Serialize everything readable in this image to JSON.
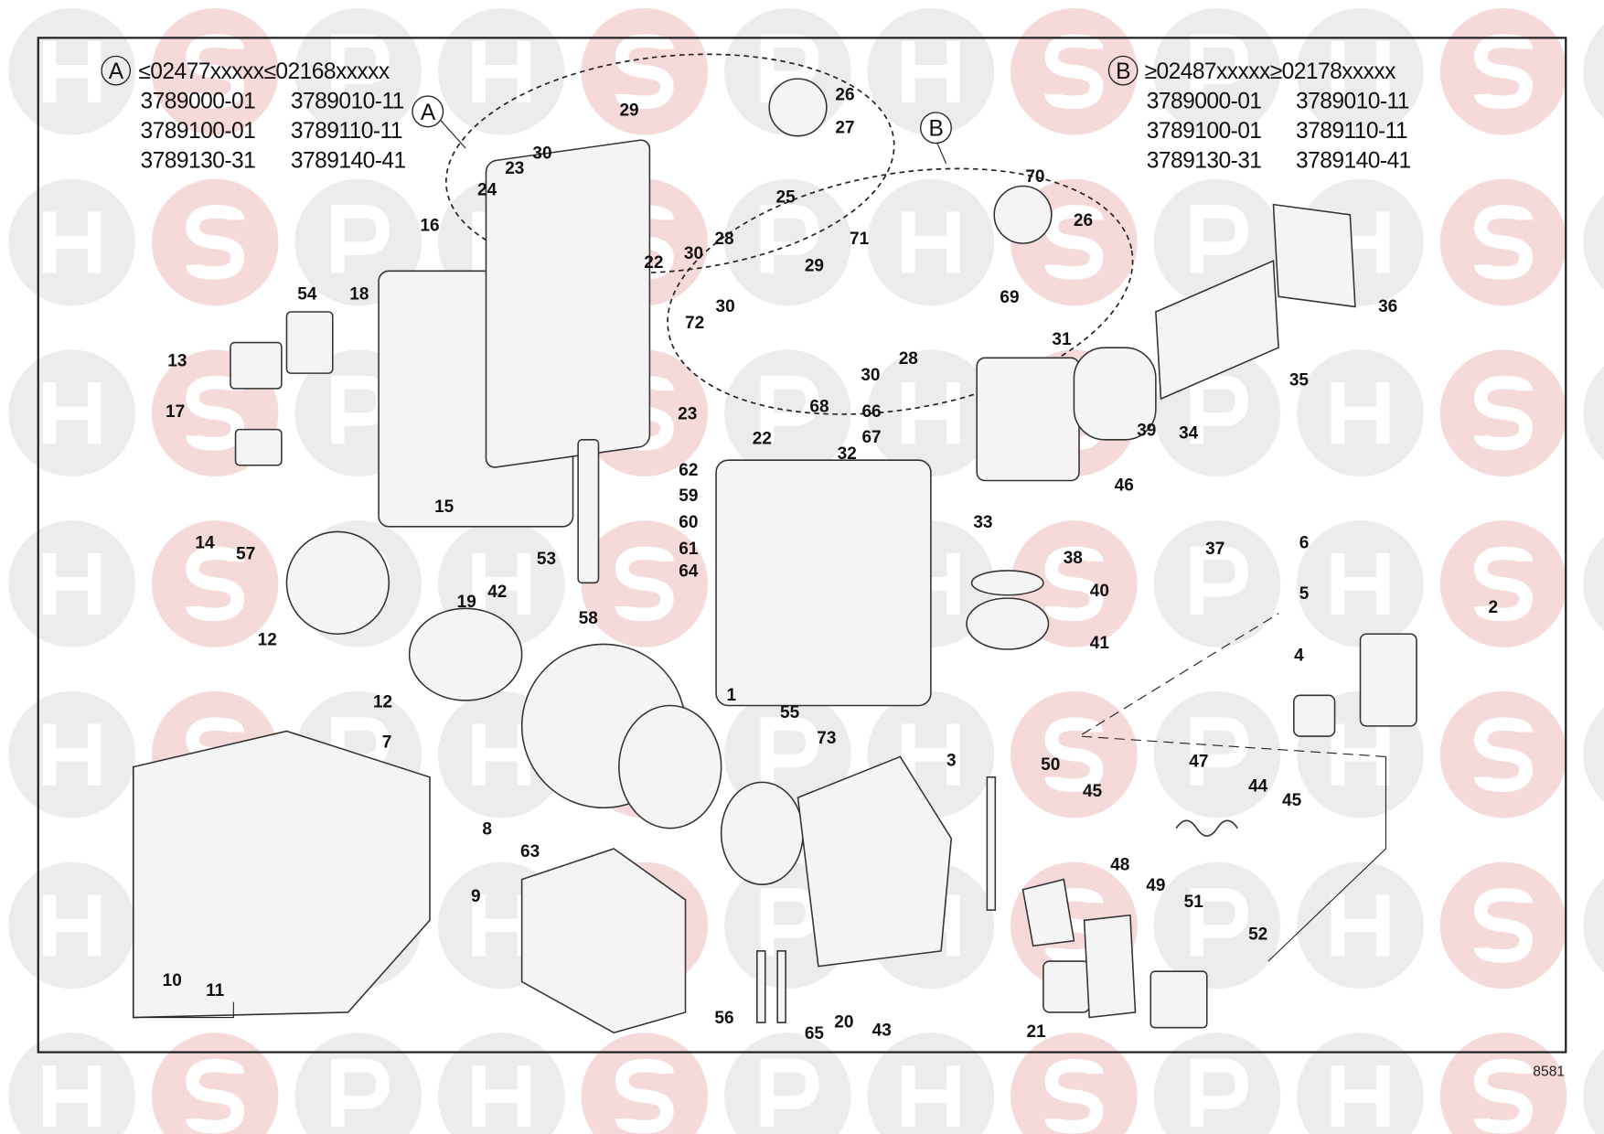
{
  "diagram": {
    "watermark_letters": [
      "H",
      "S",
      "P"
    ],
    "variant_a": {
      "marker": "A",
      "serial_range": "≤02477xxxxx≤02168xxxxx",
      "models": [
        "3789000-01",
        "3789010-11",
        "3789100-01",
        "3789110-11",
        "3789130-31",
        "3789140-41"
      ]
    },
    "variant_b": {
      "marker": "B",
      "serial_range": "≥02487xxxxx≥02178xxxxx",
      "models": [
        "3789000-01",
        "3789010-11",
        "3789100-01",
        "3789110-11",
        "3789130-31",
        "3789140-41"
      ]
    },
    "callout_a": "A",
    "callout_b": "B",
    "part_labels": [
      "29",
      "26",
      "27",
      "30",
      "23",
      "24",
      "25",
      "28",
      "30",
      "22",
      "16",
      "54",
      "18",
      "13",
      "17",
      "70",
      "26",
      "71",
      "29",
      "69",
      "36",
      "30",
      "72",
      "31",
      "28",
      "35",
      "30",
      "68",
      "23",
      "22",
      "66",
      "67",
      "34",
      "39",
      "32",
      "62",
      "59",
      "60",
      "61",
      "64",
      "15",
      "14",
      "57",
      "53",
      "33",
      "46",
      "38",
      "37",
      "6",
      "5",
      "2",
      "40",
      "41",
      "42",
      "58",
      "19",
      "12",
      "12",
      "4",
      "1",
      "55",
      "73",
      "7",
      "3",
      "50",
      "47",
      "44",
      "45",
      "45",
      "8",
      "63",
      "48",
      "49",
      "51",
      "9",
      "52",
      "10",
      "11",
      "56",
      "65",
      "20",
      "43",
      "21"
    ],
    "drawing_number": "8581"
  }
}
